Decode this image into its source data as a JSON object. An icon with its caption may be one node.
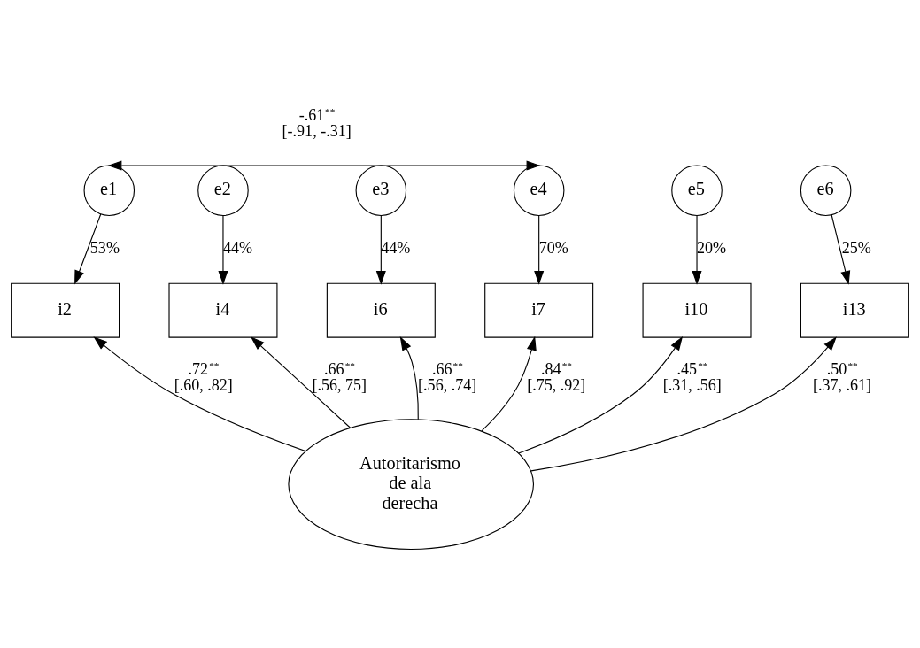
{
  "diagram": {
    "nodes": [
      {
        "text": [
          "e1"
        ]
      },
      {
        "text": [
          "e2"
        ]
      },
      {
        "text": [
          "e3"
        ]
      },
      {
        "text": [
          "e4"
        ]
      },
      {
        "text": [
          "e5"
        ]
      },
      {
        "text": [
          "e6"
        ]
      },
      {
        "text": [
          "i2"
        ]
      },
      {
        "text": [
          "i4"
        ]
      },
      {
        "text": [
          "i6"
        ]
      },
      {
        "text": [
          "i7"
        ]
      },
      {
        "text": [
          "i10"
        ]
      },
      {
        "text": [
          "i13"
        ]
      },
      {
        "text": [
          "Autoritarismo de ala derecha"
        ]
      }
    ],
    "edges": [
      {
        "from": 0,
        "to": 6,
        "arrow": "to",
        "label": "53%"
      },
      {
        "from": 1,
        "to": 7,
        "arrow": "to",
        "label": "44%"
      },
      {
        "from": 2,
        "to": 8,
        "arrow": "to",
        "label": "44%"
      },
      {
        "from": 3,
        "to": 9,
        "arrow": "to",
        "label": "70%"
      },
      {
        "from": 4,
        "to": 10,
        "arrow": "to",
        "label": "20%"
      },
      {
        "from": 5,
        "to": 11,
        "arrow": "to",
        "label": "25%"
      },
      {
        "from": 12,
        "to": 6,
        "arrow": "to",
        "label": ".72$^{**}$ [.60, .82]"
      },
      {
        "from": 12,
        "to": 7,
        "arrow": "to",
        "label": ".66$^{**}$ [.56, 75]"
      },
      {
        "from": 12,
        "to": 8,
        "arrow": "to",
        "label": ".66$^{**}$ [.56, .74]"
      },
      {
        "from": 12,
        "to": 9,
        "arrow": "to",
        "label": ".84$^{**}$ [.75, .92]"
      },
      {
        "from": 12,
        "to": 10,
        "arrow": "to",
        "label": ".45$^{**}$ [.31, .56]"
      },
      {
        "from": 12,
        "to": 11,
        "arrow": "to",
        "label": ".50$^{**}$ [.37, .61]"
      },
      {
        "from": 0,
        "to": 3,
        "arrow": "both",
        "label": "-.61$^{**}$ [-.91, -.31]"
      }
    ]
  }
}
